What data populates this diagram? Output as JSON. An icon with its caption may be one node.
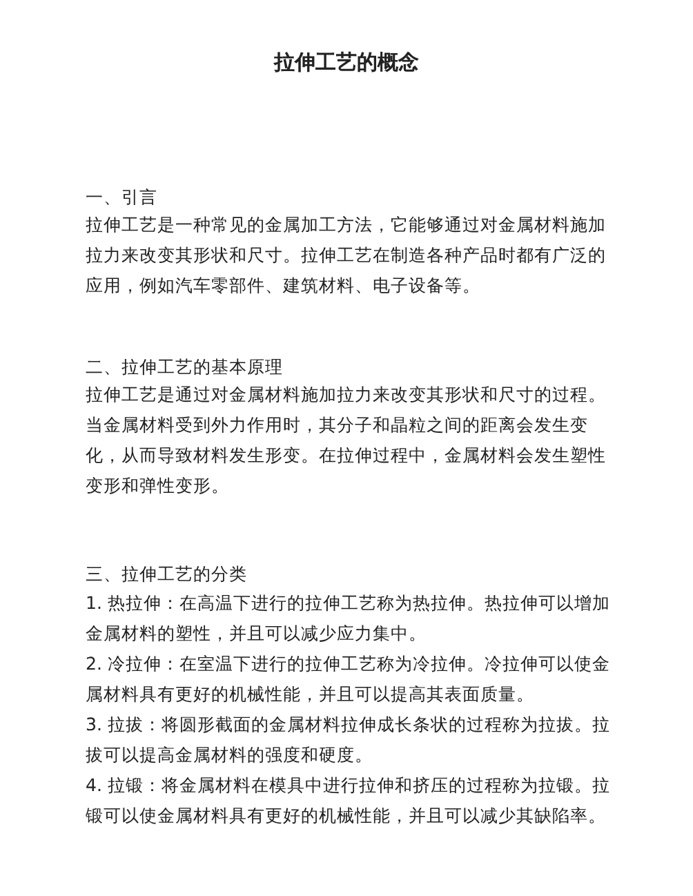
{
  "diagram": {
    "title": "拉伸工艺的概念",
    "labels": [
      "一、引言",
      "拉伸工艺是一种常见的金属加工方法，它能够通过对金属材料施加拉力来改变其形状和尺寸。拉伸工艺在制造各种产品时都有广泛的应用，例如汽车零部件、建筑材料、电子设备等。",
      "二、拉伸工艺的基本原理",
      "拉伸工艺是通过对金属材料施加拉力来改变其形状和尺寸的过程。当金属材料受到外力作用时，其分子和晶粒之间的距离会发生变化，从而导致材料发生形变。在拉伸过程中，金属材料会发生塑性变形和弹性变形。",
      "三、拉伸工艺的分类",
      "1. 热拉伸：在高温下进行的拉伸工艺称为热拉伸。热拉伸可以增加金属材料的塑性，并且可以减少应力集中。",
      "2. 冷拉伸：在室温下进行的拉伸工艺称为冷拉伸。冷拉伸可以使金属材料具有更好的机械性能，并且可以提高其表面质量。",
      "3. 拉拔：将圆形截面的金属材料拉伸成长条状的过程称为拉拔。拉拔可以提高金属材料的强度和硬度。",
      "4. 拉锻：将金属材料在模具中进行拉伸和挤压的过程称为拉锻。拉锻可以使金属材料具有更好的机械性能，并且可以减少其缺陷率。"
    ]
  }
}
